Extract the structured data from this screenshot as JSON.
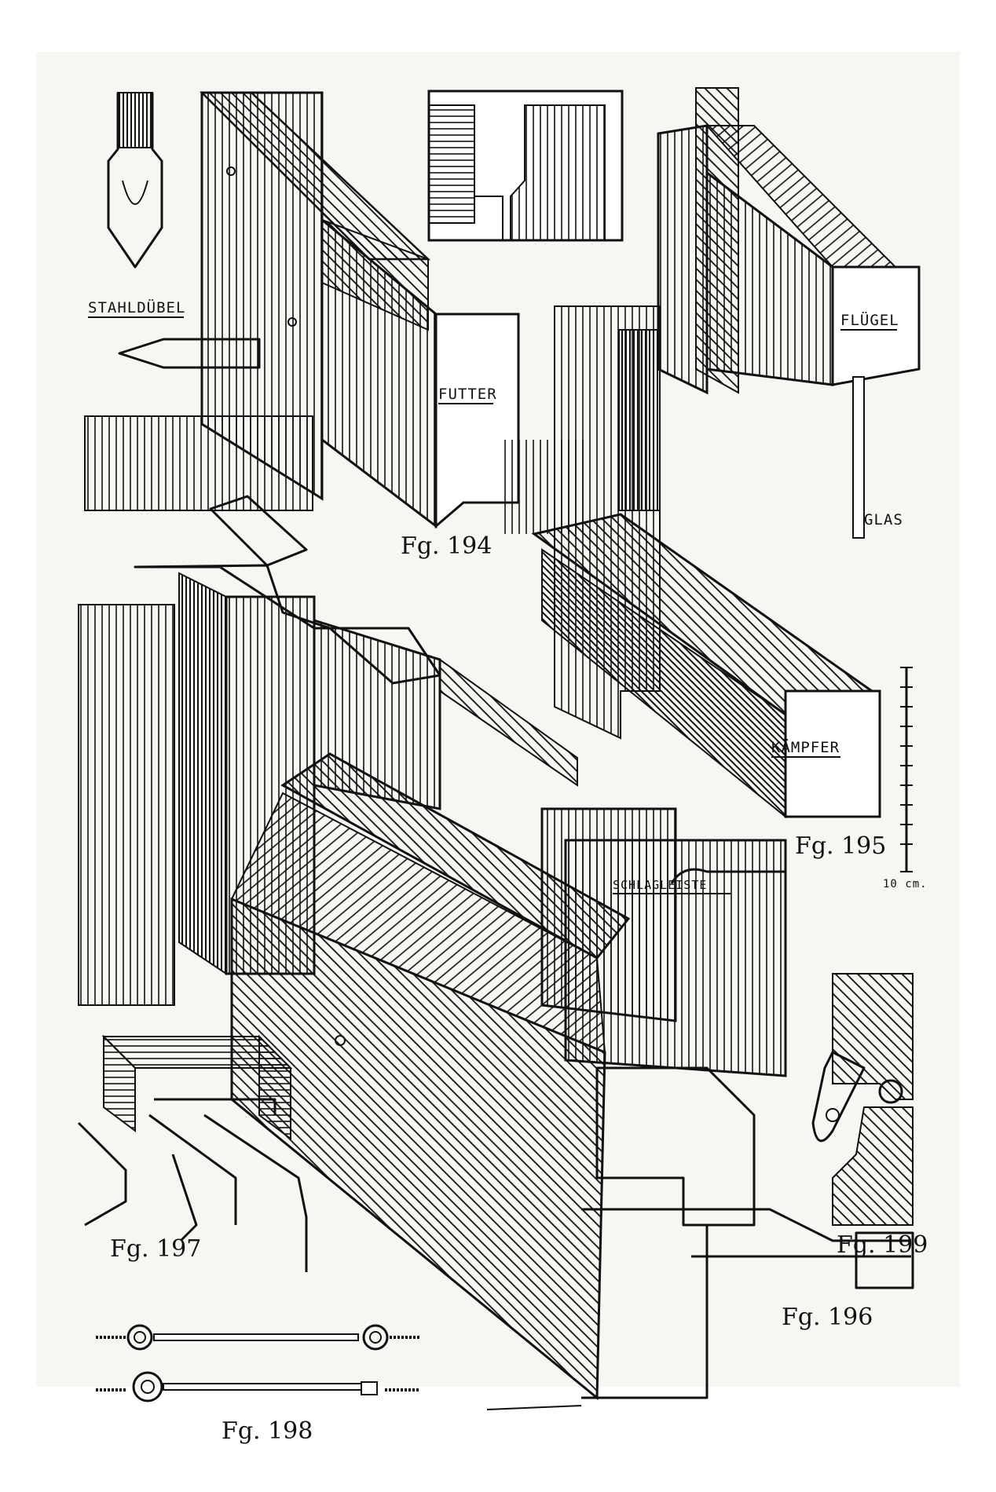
{
  "labels": {
    "stahldubel": "STAHLDÜBEL",
    "futter": "FUTTER",
    "flugel": "FLÜGEL",
    "glas": "GLAS",
    "kampfer": "KÄMPFER",
    "scale": "10 cm.",
    "schlagleiste": "SCHLAGLEISTE"
  },
  "figures": {
    "f194": "Fg. 194",
    "f195": "Fg. 195",
    "f196": "Fg. 196",
    "f197": "Fg. 197",
    "f198": "Fg. 198",
    "f199": "Fg. 199"
  },
  "colors": {
    "ink": "#111111",
    "paper": "#f7f6f3"
  }
}
